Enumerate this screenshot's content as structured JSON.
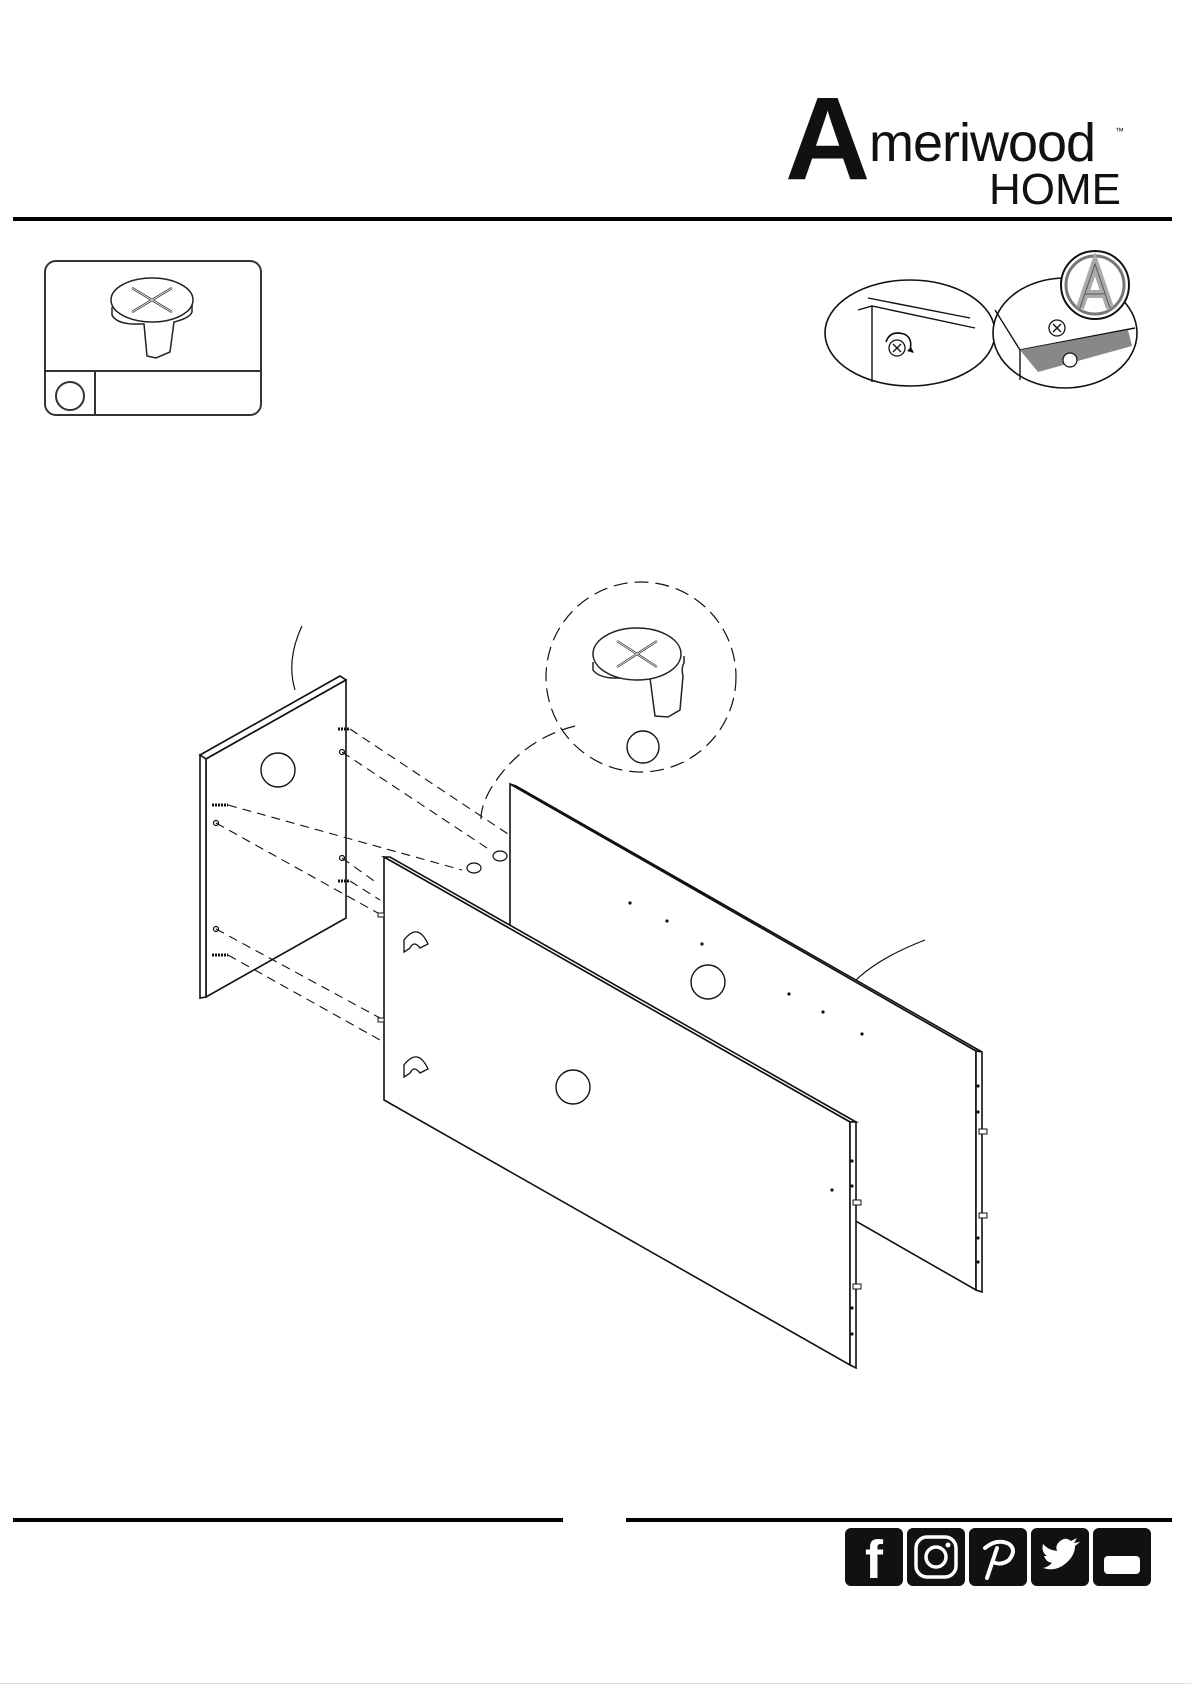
{
  "brand": {
    "logo_mark": "A",
    "logo_word": "meriwood",
    "logo_sub": "HOME",
    "logo_tm": "™"
  },
  "part_box": {
    "part_letter": "",
    "quantity": ""
  },
  "callouts": {
    "side_panel": "",
    "cam_lock": "",
    "back_panel": "",
    "front_panel": ""
  },
  "social_icons": [
    "facebook-icon",
    "instagram-icon",
    "pinterest-icon",
    "twitter-icon",
    "youtube-icon"
  ],
  "colors": {
    "ink": "#111111",
    "background": "#ffffff"
  }
}
